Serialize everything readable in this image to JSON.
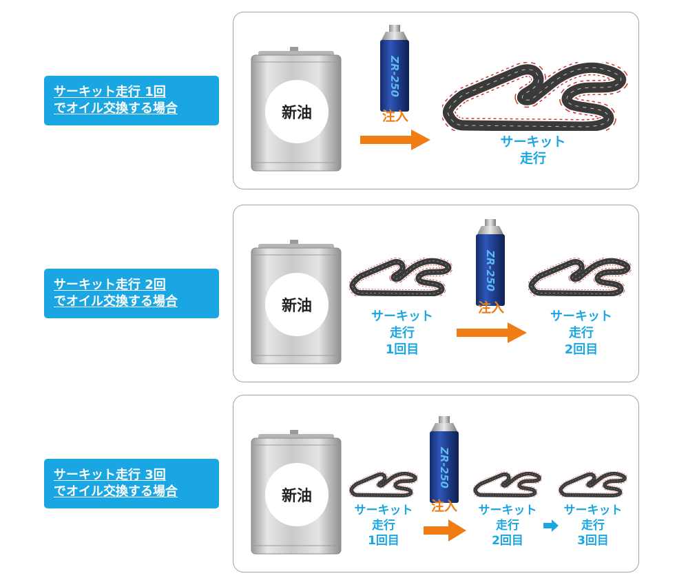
{
  "rows": [
    {
      "label_line1": "サーキット走行 1回",
      "label_line2": "でオイル交換する場合",
      "can_label": "新油",
      "bottle_label": "ZR-250",
      "inject_label": "注入",
      "track_lines": [
        "サーキット",
        "走行"
      ]
    },
    {
      "label_line1": "サーキット走行 2回",
      "label_line2": "でオイル交換する場合",
      "can_label": "新油",
      "bottle_label": "ZR-250",
      "inject_label": "注入",
      "track1_lines": [
        "サーキット",
        "走行",
        "1回目"
      ],
      "track2_lines": [
        "サーキット",
        "走行",
        "2回目"
      ]
    },
    {
      "label_line1": "サーキット走行 3回",
      "label_line2": "でオイル交換する場合",
      "can_label": "新油",
      "bottle_label": "ZR-250",
      "inject_label": "注入",
      "track1_lines": [
        "サーキット",
        "走行",
        "1回目"
      ],
      "track2_lines": [
        "サーキット",
        "走行",
        "2回目"
      ],
      "track3_lines": [
        "サーキット",
        "走行",
        "3回目"
      ]
    }
  ],
  "colors": {
    "label_bg": "#1aa6e3",
    "blue_text": "#1aa6e3",
    "orange": "#ef7d14",
    "bottle_blue": "#1f3f8f",
    "track_dark": "#3a3a3a",
    "curb_red": "#d0322c"
  }
}
